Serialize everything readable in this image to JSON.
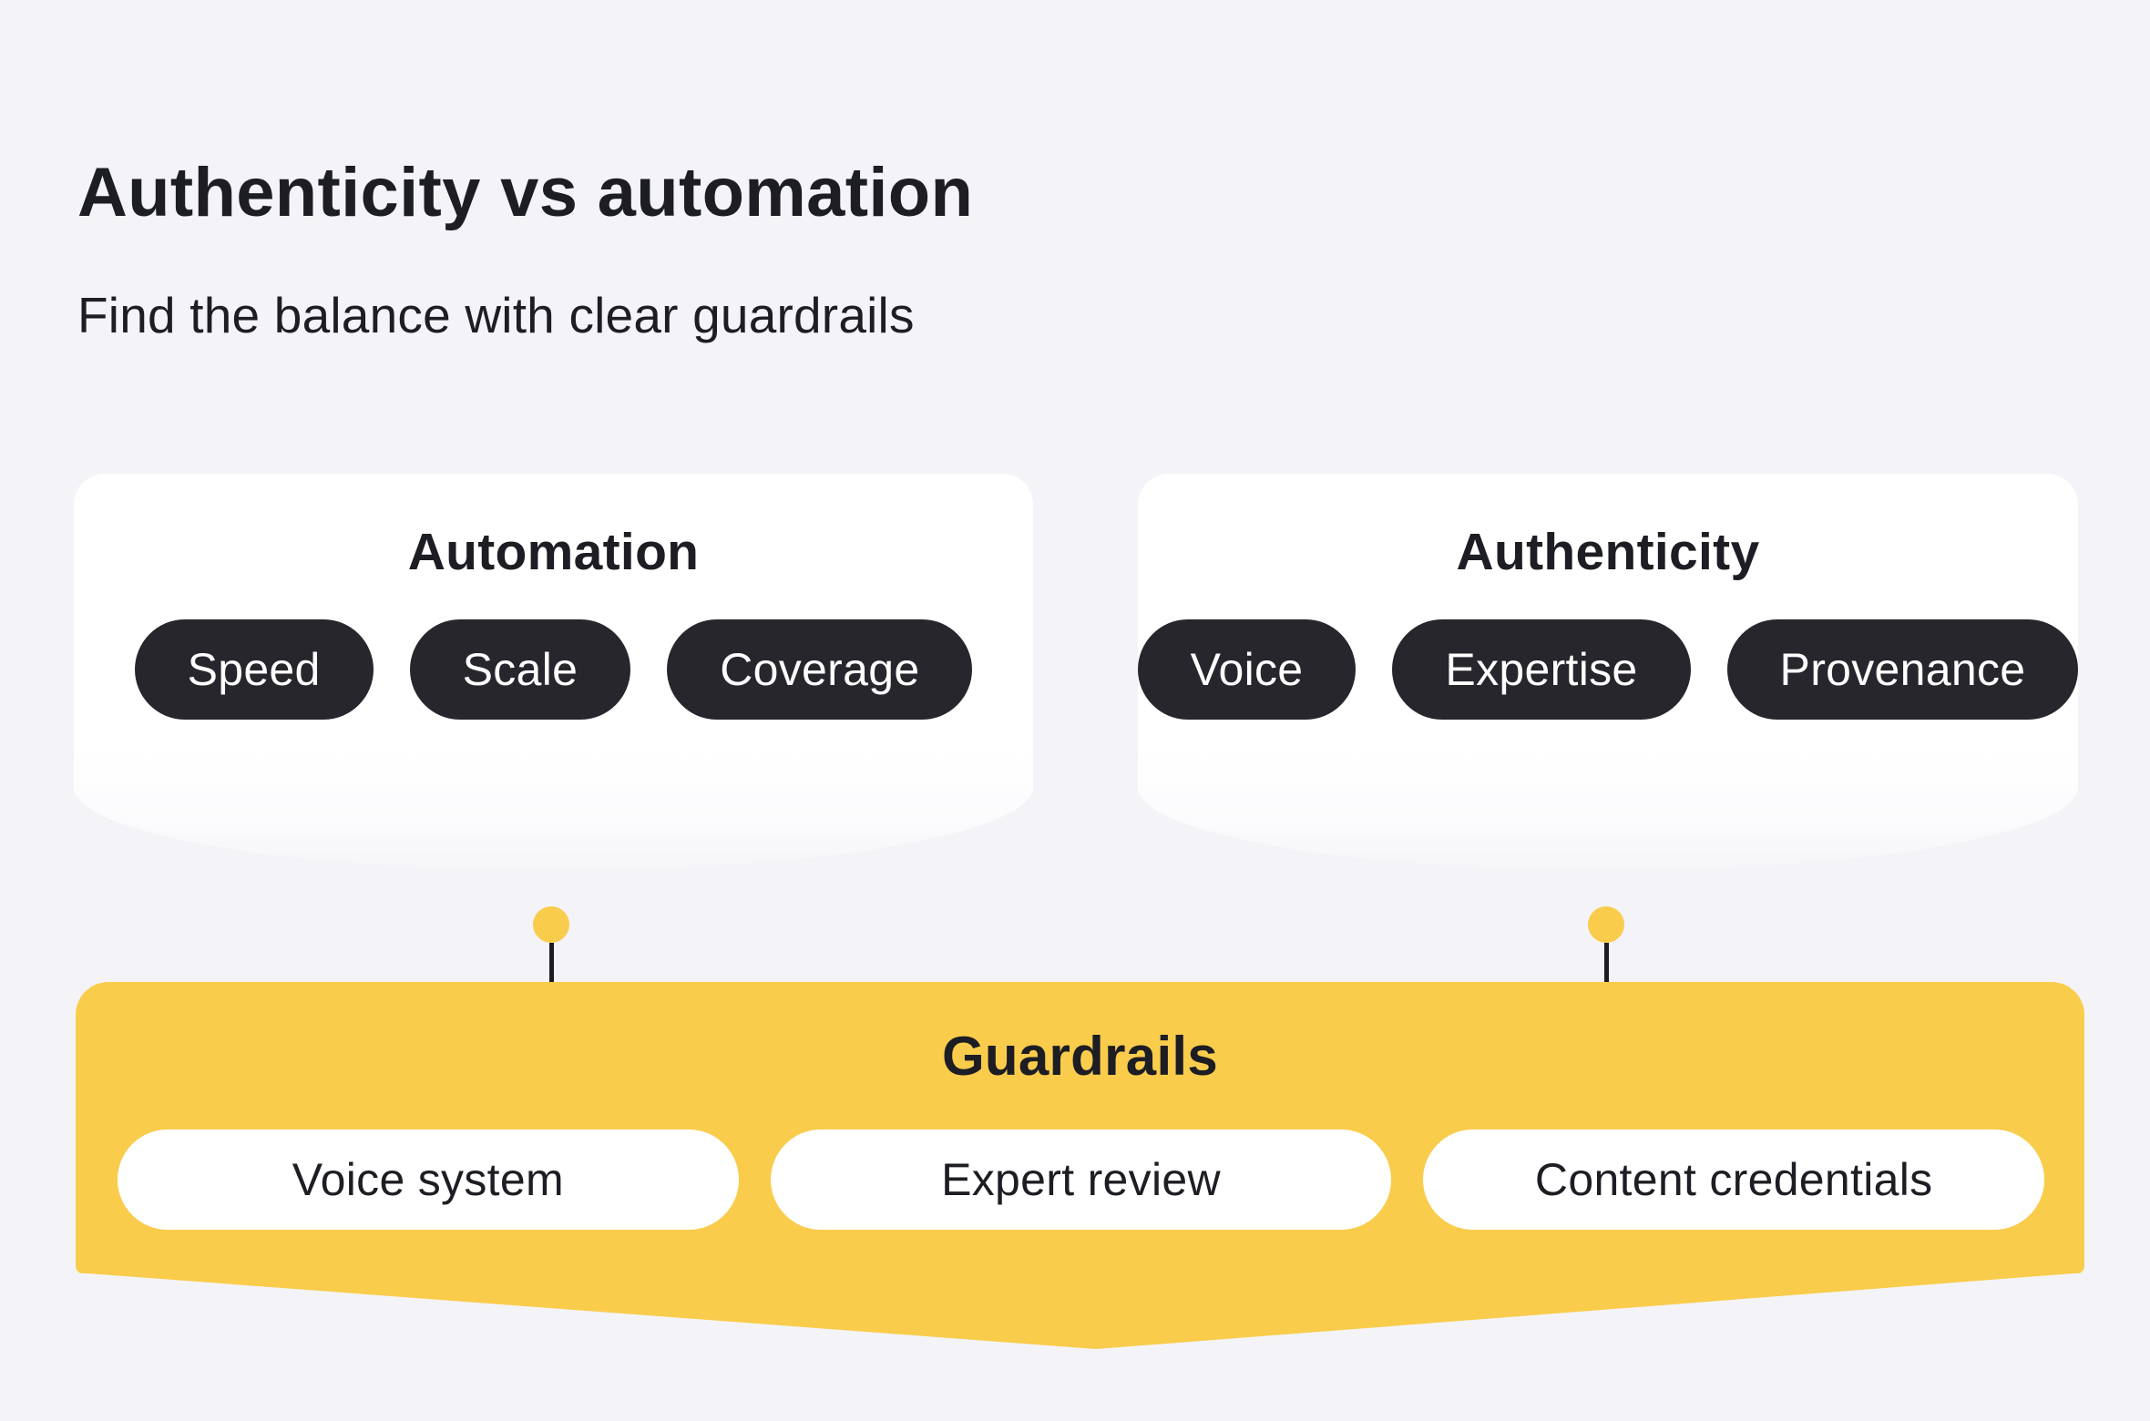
{
  "colors": {
    "background": "#f4f4f8",
    "surface": "#ffffff",
    "ink": "#1d1d24",
    "pill_dark": "#26262c",
    "accent": "#f9cc4c",
    "stem": "#1c1c22"
  },
  "header": {
    "title": "Authenticity vs automation",
    "subtitle": "Find the balance with clear guardrails"
  },
  "cards": [
    {
      "title": "Automation",
      "tags": [
        "Speed",
        "Scale",
        "Coverage"
      ]
    },
    {
      "title": "Authenticity",
      "tags": [
        "Voice",
        "Expertise",
        "Provenance"
      ]
    }
  ],
  "guardrails": {
    "title": "Guardrails",
    "items": [
      "Voice system",
      "Expert review",
      "Content credentials"
    ]
  }
}
